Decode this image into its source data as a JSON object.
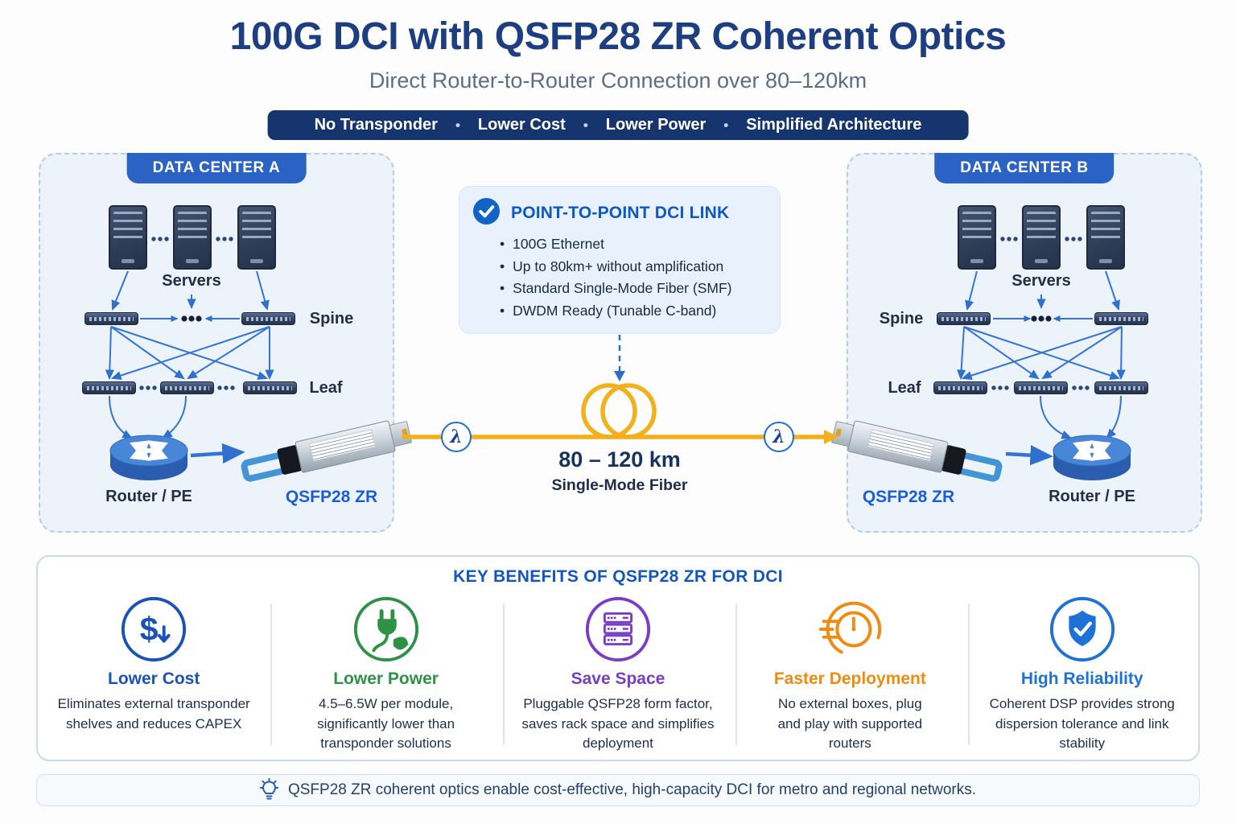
{
  "header": {
    "title": "100G DCI with QSFP28 ZR Coherent Optics",
    "subtitle": "Direct Router-to-Router Connection over 80–120km",
    "separator": "•",
    "banner_items": [
      "No Transponder",
      "Lower Cost",
      "Lower Power",
      "Simplified Architecture"
    ]
  },
  "datacenter_a": {
    "title": "DATA CENTER A",
    "servers_label": "Servers",
    "spine_label": "Spine",
    "leaf_label": "Leaf",
    "router_label": "Router / PE",
    "transceiver_label": "QSFP28 ZR"
  },
  "datacenter_b": {
    "title": "DATA CENTER B",
    "servers_label": "Servers",
    "spine_label": "Spine",
    "leaf_label": "Leaf",
    "router_label": "Router / PE",
    "transceiver_label": "QSFP28 ZR"
  },
  "link_info": {
    "title": "POINT-TO-POINT DCI LINK",
    "bullets": [
      "100G Ethernet",
      "Up to 80km+ without amplification",
      "Standard Single-Mode Fiber (SMF)",
      "DWDM Ready (Tunable C-band)"
    ]
  },
  "fiber": {
    "lambda_symbol": "λ",
    "distance": "80 – 120 km",
    "type": "Single-Mode Fiber",
    "color": "#f2b11c"
  },
  "benefits": {
    "title": "KEY BENEFITS OF QSFP28 ZR FOR DCI",
    "items": [
      {
        "title": "Lower Cost",
        "description": "Eliminates external transponder shelves and reduces CAPEX",
        "color": "#1a53b5",
        "icon": "dollar-down-icon"
      },
      {
        "title": "Lower Power",
        "description": "4.5–6.5W per module, significantly lower than transponder solutions",
        "color": "#2e9145",
        "icon": "power-plug-leaf-icon"
      },
      {
        "title": "Save Space",
        "description": "Pluggable QSFP28 form factor, saves rack space and simplifies deployment",
        "color": "#7a3ec4",
        "icon": "server-rack-icon"
      },
      {
        "title": "Faster Deployment",
        "description": "No external boxes, plug and play with supported routers",
        "color": "#ee8b10",
        "icon": "speed-clock-icon"
      },
      {
        "title": "High Reliability",
        "description": "Coherent DSP provides strong dispersion tolerance and link stability",
        "color": "#1e72d6",
        "icon": "shield-check-icon"
      }
    ]
  },
  "footer": {
    "note": "QSFP28 ZR coherent optics enable cost-effective, high-capacity DCI for metro and regional networks."
  }
}
